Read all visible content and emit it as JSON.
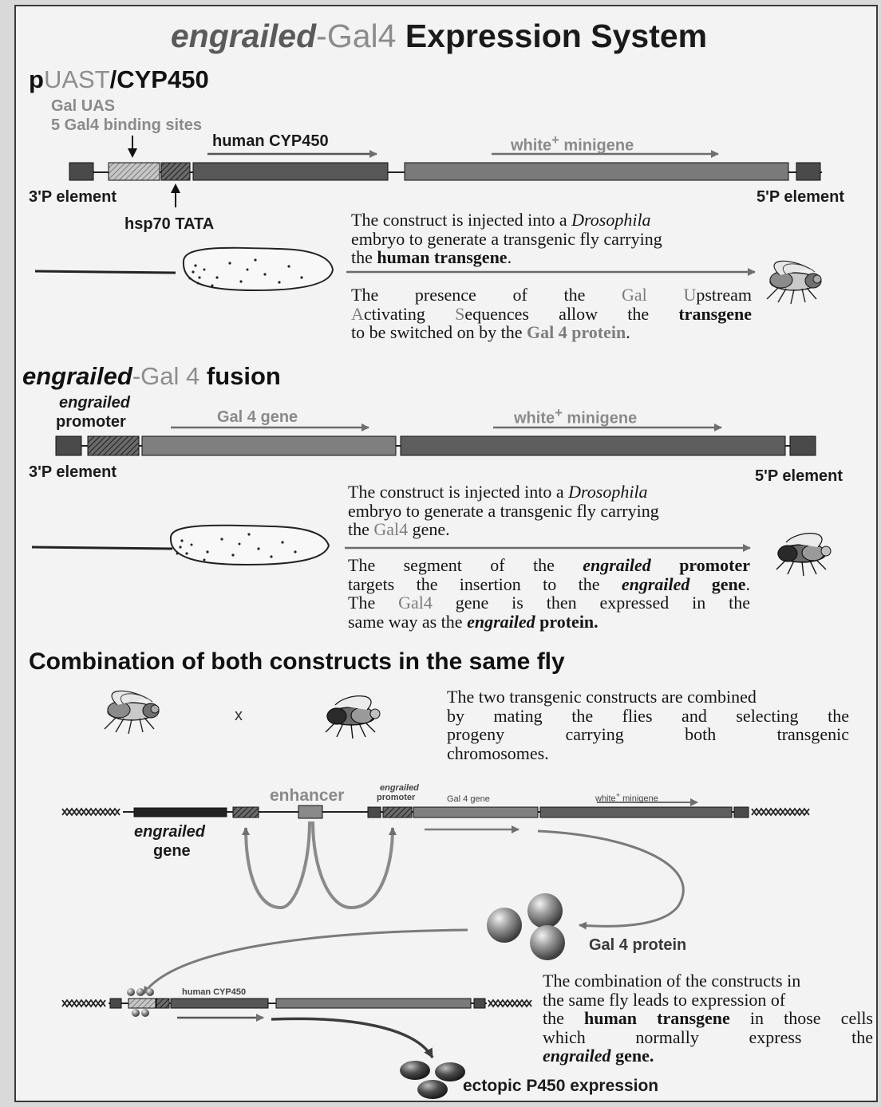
{
  "title": {
    "part1": "engrailed",
    "part2": "-",
    "part3": "Gal4",
    "part4": " Expression System"
  },
  "section1": {
    "heading_p": "p",
    "heading_uast": "UAST",
    "heading_rest": "/CYP450",
    "gal_uas": "Gal UAS",
    "binding_sites": "5 Gal4 binding sites",
    "human_cyp450": "human CYP450",
    "white_minigene_pre": "white",
    "white_sup": "+",
    "white_minigene_post": " minigene",
    "p3_element": "3'P element",
    "p5_element": "5'P element",
    "hsp70": "hsp70 TATA",
    "para1": {
      "l1a": "The construct is injected into a ",
      "l1b": "Drosophila",
      "l2": "embryo to generate a transgenic fly carrying",
      "l3a": "the ",
      "l3b": "human transgene",
      "l3c": "."
    },
    "para2": {
      "l1a": "The presence of the ",
      "l1b": "Gal",
      "l1c": " U",
      "l1d": "pstream",
      "l2a": "A",
      "l2b": "ctivating ",
      "l2c": "S",
      "l2d": "equences allow the ",
      "l2e": "transgene",
      "l3a": "to be switched on by the ",
      "l3b": "Gal 4 protein",
      "l3c": "."
    }
  },
  "section2": {
    "heading_a": "engrailed",
    "heading_b": "-",
    "heading_c": "Gal 4",
    "heading_d": " fusion",
    "promoter_a": "engrailed",
    "promoter_b": "promoter",
    "gal4_gene": "Gal 4 gene",
    "white_minigene_pre": "white",
    "white_sup": "+",
    "white_minigene_post": " minigene",
    "p3_element": "3'P element",
    "p5_element": "5'P element",
    "para1": {
      "l1a": "The construct is injected into a ",
      "l1b": "Drosophila",
      "l2": "embryo to generate a transgenic fly carrying",
      "l3a": "the ",
      "l3b": "Gal4",
      "l3c": " gene."
    },
    "para2": {
      "l1a": "The segment of the ",
      "l1b": "engrailed",
      "l1c": " promoter",
      "l2a": "targets the insertion to the ",
      "l2b": "engrailed",
      "l2c": " gene",
      "l2d": ".",
      "l3a": "The ",
      "l3b": "Gal4",
      "l3c": " gene is then expressed in the",
      "l4a": "same way as the ",
      "l4b": "engrailed",
      "l4c": " protein."
    }
  },
  "section3": {
    "heading": "Combination of both constructs in the same fly",
    "cross": "x",
    "para1": {
      "l1": "The two transgenic constructs are combined",
      "l2": "by mating the flies and selecting the",
      "l3": "progeny carrying both transgenic",
      "l4": "chromosomes."
    },
    "enhancer": "enhancer",
    "engrailed_promoter_a": "engrailed",
    "engrailed_promoter_b": "promoter",
    "gal4_gene_small": "Gal 4 gene",
    "white_minigene_small_pre": "white",
    "white_minigene_small_sup": "+",
    "white_minigene_small_post": " minigene",
    "engrailed_gene_a": "engrailed",
    "engrailed_gene_b": "gene",
    "gal4_protein": "Gal 4 protein",
    "human_cyp450_small": "human CYP450",
    "para2": {
      "l1": "The combination of the constructs in",
      "l2": "the same fly leads to expression of",
      "l3a": "the ",
      "l3b": "human transgene",
      "l3c": " in those cells",
      "l4": "which normally express the",
      "l5a": "engrailed",
      "l5b": " gene."
    },
    "ectopic": "ectopic P450 expression"
  }
}
